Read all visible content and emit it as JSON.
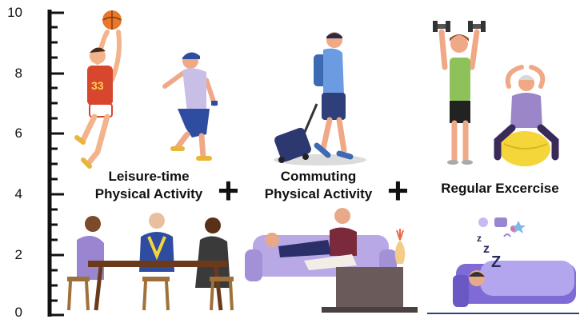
{
  "scale": {
    "ticks": [
      "10",
      "8",
      "6",
      "4",
      "2",
      "0"
    ]
  },
  "labels": {
    "leisure_line1": "Leisure-time",
    "leisure_line2": "Physical Activity",
    "commuting_line1": "Commuting",
    "commuting_line2": "Physical Activity",
    "regular": "Regular Excercise",
    "plus": "+"
  },
  "colors": {
    "axis": "#111111",
    "text": "#111111",
    "sofa": "#b9a8e6",
    "tv": "#6b5a5a",
    "bed": "#7f6ad6",
    "ball": "#f4d63a"
  },
  "icons": [
    "basketball-player-icon",
    "walking-man-icon",
    "commuter-with-suitcase-icon",
    "man-with-dumbbells-icon",
    "woman-on-exercise-ball-icon",
    "card-players-at-table-icon",
    "couple-on-sofa-icon",
    "sleeping-person-icon"
  ]
}
